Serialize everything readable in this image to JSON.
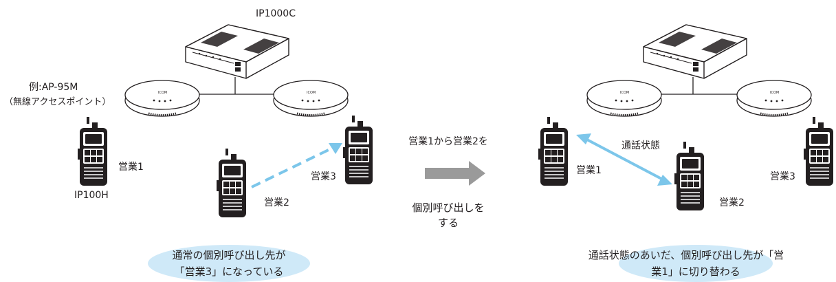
{
  "left_scene": {
    "controller_label": "IP1000C",
    "ap_label_line1": "例:AP-95M",
    "ap_label_line2": "（無線アクセスポイント）",
    "radio_model_label": "IP100H",
    "radio1_label": "営業1",
    "radio2_label": "営業2",
    "radio3_label": "営業3",
    "caption_line1": "通常の個別呼び出し先が",
    "caption_line2": "「営業3」になっている"
  },
  "middle": {
    "top_text": "営業1から営業2を",
    "bottom_line1": "個別呼び出しを",
    "bottom_line2": "する"
  },
  "right_scene": {
    "call_state_label": "通話状態",
    "radio1_label": "営業1",
    "radio2_label": "営業2",
    "radio3_label": "営業3",
    "caption_line1": "通話状態のあいだ、個別呼び出し先が「営",
    "caption_line2": "業1」に切り替わる"
  },
  "colors": {
    "link_blue": "#7cc6ea",
    "caption_bubble": "#cfe9f8",
    "arrow_gray": "#9a9a9a",
    "line_dark": "#231f20"
  }
}
